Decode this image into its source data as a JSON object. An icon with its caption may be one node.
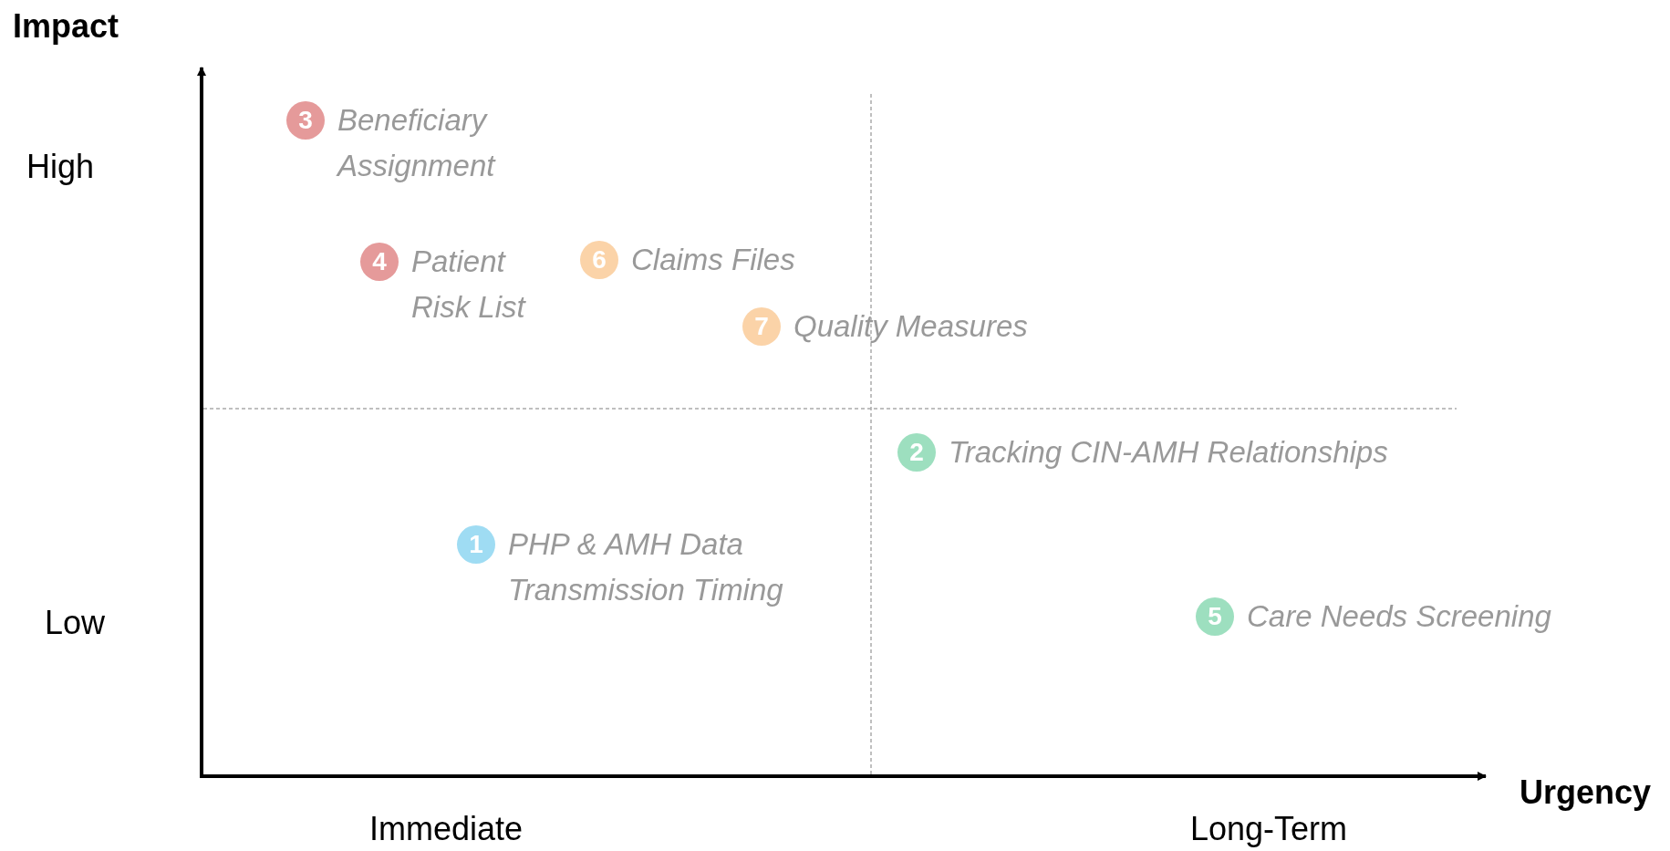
{
  "diagram": {
    "nodes": [
      {
        "text": [
          "3",
          "Beneficiary Assignment"
        ]
      },
      {
        "text": [
          "4",
          "Patient Risk List"
        ]
      },
      {
        "text": [
          "6",
          "Claims Files"
        ]
      },
      {
        "text": [
          "7",
          "Quality Measures"
        ]
      },
      {
        "text": [
          "2",
          "Tracking CIN-AMH Relationships"
        ]
      },
      {
        "text": [
          "1",
          "PHP & AMH Data Transmission Timing"
        ]
      },
      {
        "text": [
          "5",
          "Care Needs Screening"
        ]
      }
    ],
    "labels": [
      "Impact",
      "High",
      "Low",
      "Urgency",
      "Immediate",
      "Long-Term"
    ]
  }
}
